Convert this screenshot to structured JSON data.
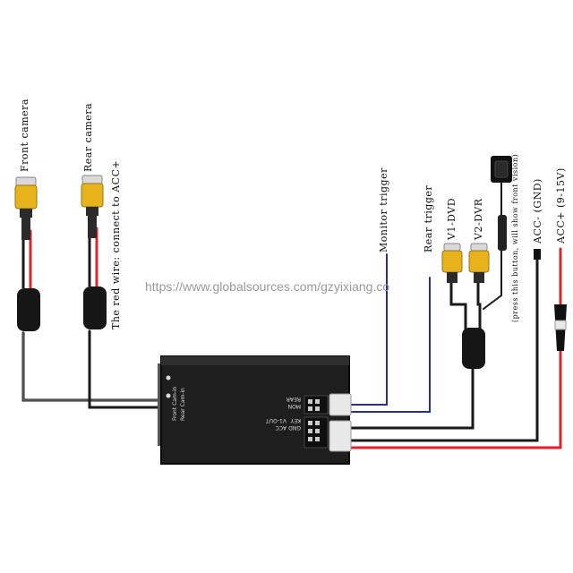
{
  "labels": {
    "front_camera": "Front camera",
    "rear_camera": "Rear camera",
    "red_wire": "The red wire: connect to ACC+",
    "monitor_trigger": "Monitor trigger",
    "rear_trigger": "Rear trigger",
    "v1_dvd": "V1-DVD",
    "v2_dvr": "V2-DVR",
    "button_note": "(press this button, will show front vision)",
    "acc_minus": "ACC- (GND)",
    "acc_plus": "ACC+ (9-15V)"
  },
  "box_ports": {
    "front_cam_in": "Front Cam-in",
    "rear_cam_in": "Rear Cam-in",
    "rear": "REAR",
    "mon": "MON",
    "key": "KEY",
    "v1_out": "V1-OUT",
    "gnd": "GND",
    "acc": "ACC"
  },
  "watermark": "https://www.globalsources.com/gzyixiang.co",
  "colors": {
    "red_wire": "#d8262b",
    "black_wire": "#1a1a1a",
    "blue_wire": "#2a2f8a",
    "rca_yellow": "#e7b21a",
    "box": "#1e1e1e",
    "connector": "#e8e8e8"
  }
}
